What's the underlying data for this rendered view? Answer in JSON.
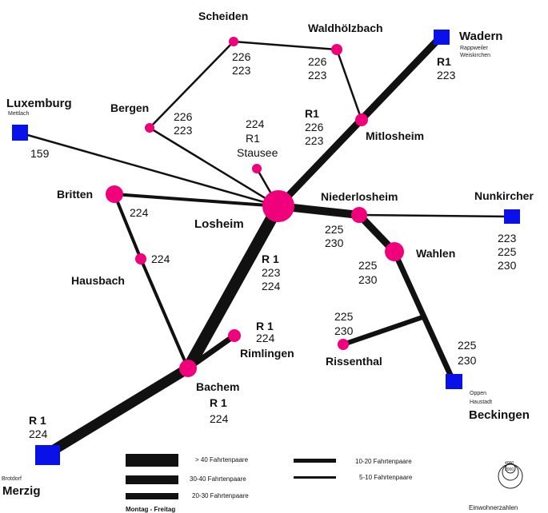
{
  "colors": {
    "hub": "#f0007a",
    "terminal": "#0a10e8",
    "line": "#111111"
  },
  "places": {
    "scheiden": "Scheiden",
    "waldholzbach": "Waldhölzbach",
    "wadern": "Wadern",
    "wadern_sub1": "Rappweiler",
    "wadern_sub2": "Weiskirchen",
    "luxemburg": "Luxemburg",
    "luxemburg_sub": "Mettlach",
    "bergen": "Bergen",
    "mitlosheim": "Mitlosheim",
    "stausee": "Stausee",
    "britten": "Britten",
    "losheim": "Losheim",
    "niederlosheim": "Niederlosheim",
    "nunkirchen": "Nunkircher",
    "hausbach": "Hausbach",
    "wahlen": "Wahlen",
    "rimlingen": "Rimlingen",
    "rissenthal": "Rissenthal",
    "bachem": "Bachem",
    "beckingen": "Beckingen",
    "beckingen_sub1": "Oppen",
    "beckingen_sub2": "Haustadt",
    "merzig": "Merzig",
    "merzig_sub": "Brotdorf"
  },
  "routes": {
    "scheiden": [
      "226",
      "223"
    ],
    "waldholzbach": [
      "226",
      "223"
    ],
    "wadern": [
      "R1",
      "223"
    ],
    "luxemburg": [
      "159"
    ],
    "bergen": [
      "226",
      "223"
    ],
    "mitlosheim": [
      "R1",
      "226",
      "223"
    ],
    "stausee": [
      "224",
      "R1"
    ],
    "britten": [
      "224"
    ],
    "hausbach": [
      "224"
    ],
    "losheim_bachem": [
      "R 1",
      "223",
      "224"
    ],
    "niederlosheim": [
      "225",
      "230"
    ],
    "wahlen": [
      "225",
      "230"
    ],
    "nunkirchen": [
      "223",
      "225",
      "230"
    ],
    "rimlingen": [
      "R 1",
      "224"
    ],
    "rissenthal": [
      "225",
      "230"
    ],
    "beckingen": [
      "225",
      "230"
    ],
    "bachem": [
      "R 1",
      "224"
    ],
    "merzig": [
      "R 1",
      "224"
    ]
  },
  "legend": {
    "item1": "> 40 Fahrtenpaare",
    "item2": "30-40 Fahrtenpaare",
    "item3": "20-30 Fahrtenpaare",
    "item4": "10-20 Fahrtenpaare",
    "item5": "5-10 Fahrtenpaare",
    "footer_left": "Montag - Freitag",
    "footer_right": "Einwohnerzahlen",
    "circle_top": "4000",
    "circle_bottom": "2000"
  }
}
